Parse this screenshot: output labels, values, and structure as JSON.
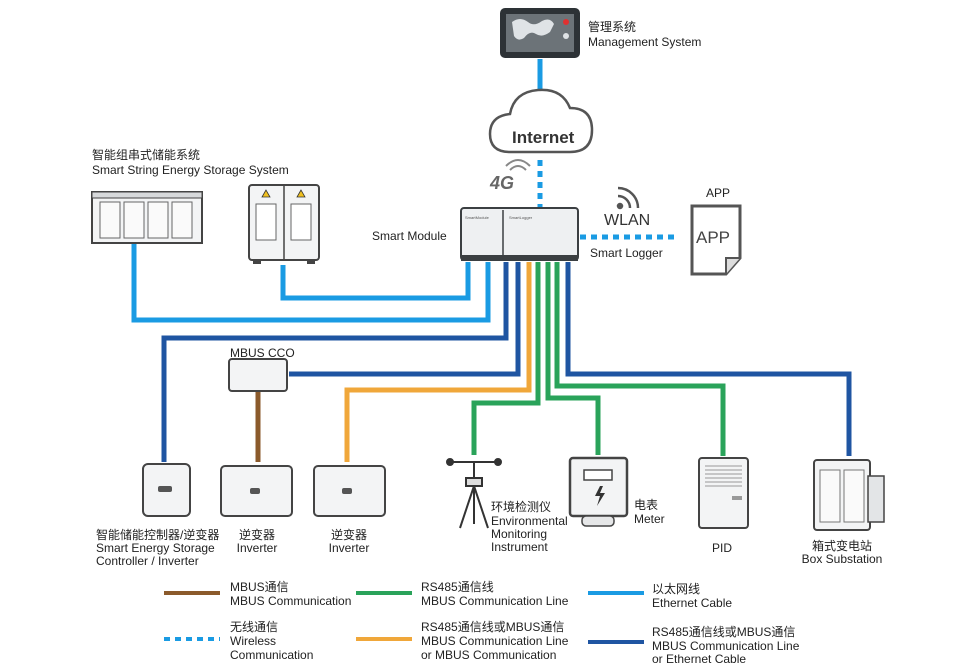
{
  "nodes": {
    "management": {
      "zh": "管理系统",
      "en": "Management System"
    },
    "internet": "Internet",
    "tag_4g": "4G",
    "wlan": "WLAN",
    "app": {
      "label": "APP",
      "badge": "APP"
    },
    "string_ess": {
      "zh": "智能组串式储能系统",
      "en": "Smart String Energy Storage System"
    },
    "smart_module": "Smart Module",
    "smart_logger": "Smart  Logger",
    "mbus_cco": "MBUS CCO",
    "controller": {
      "zh": "智能储能控制器/逆变器",
      "en1": "Smart Energy Storage",
      "en2": "Controller / Inverter"
    },
    "inverter1": {
      "zh": "逆变器",
      "en": "Inverter"
    },
    "inverter2": {
      "zh": "逆变器",
      "en": "Inverter"
    },
    "env": {
      "zh": "环境检测仪",
      "en1": "Environmental",
      "en2": "Monitoring",
      "en3": "Instrument"
    },
    "meter": {
      "zh": "电表",
      "en": "Meter"
    },
    "pid": "PID",
    "box": {
      "zh": "箱式变电站",
      "en": "Box Substation"
    }
  },
  "legend": {
    "mbus": {
      "zh": "MBUS通信",
      "en": "MBUS Communication",
      "color": "#8b5a2b"
    },
    "rs485": {
      "zh": "RS485通信线",
      "en": "MBUS Communication Line",
      "color": "#2aa35a"
    },
    "ethernet": {
      "zh": "以太网线",
      "en": "Ethernet Cable",
      "color": "#1a9be3"
    },
    "wireless": {
      "zh": "无线通信",
      "en1": "Wireless",
      "en2": "Communication",
      "color": "#1a9be3"
    },
    "rs485_or_mbus": {
      "zh": "RS485通信线或MBUS通信",
      "en1": "MBUS Communication Line",
      "en2": "or MBUS Communication",
      "color": "#f0a73a"
    },
    "rs485_or_mbus_dark": {
      "zh": "RS485通信线或MBUS通信",
      "en1": "MBUS Communication Line",
      "en2": "or Ethernet Cable",
      "color": "#1f55a2"
    }
  }
}
